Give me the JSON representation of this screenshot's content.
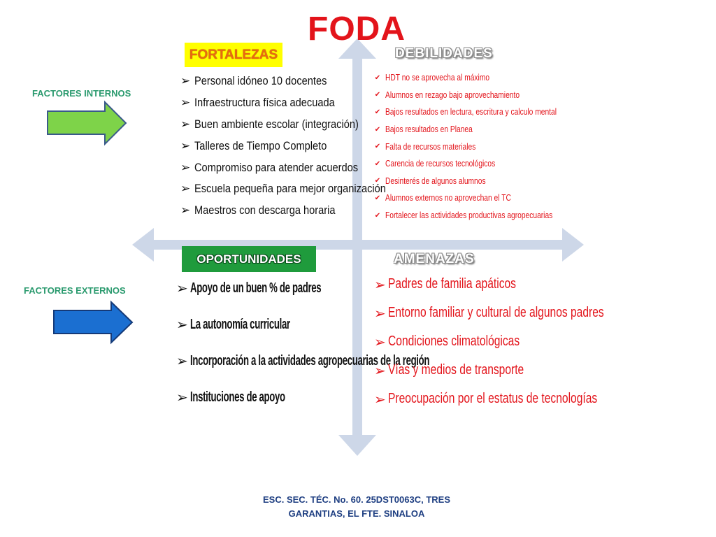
{
  "title": "FODA",
  "side_labels": {
    "internal": "FACTORES INTERNOS",
    "external": "FACTORES EXTERNOS"
  },
  "quadrants": {
    "fortalezas": {
      "label": "FORTALEZAS",
      "items": [
        "Personal idóneo 10 docentes",
        "Infraestructura física adecuada",
        "Buen ambiente escolar (integración)",
        "Talleres de Tiempo Completo",
        "Compromiso para atender acuerdos",
        "Escuela pequeña para mejor organización",
        "Maestros con descarga horaria"
      ]
    },
    "debilidades": {
      "label": "DEBILIDADES",
      "items": [
        "HDT no se aprovecha al máximo",
        "Alumnos en rezago bajo aprovechamiento",
        "Bajos resultados en lectura, escritura y calculo mental",
        "Bajos resultados en Planea",
        "Falta de recursos materiales",
        "Carencia de recursos tecnológicos",
        "Desinterés de algunos alumnos",
        "Alumnos externos no aprovechan el TC",
        "Fortalecer las actividades productivas agropecuarias"
      ]
    },
    "oportunidades": {
      "label": "OPORTUNIDADES",
      "items": [
        "Apoyo de un buen % de padres",
        "La autonomía curricular",
        "Incorporación a la actividades agropecuarias de la región",
        "Instituciones de apoyo"
      ]
    },
    "amenazas": {
      "label": "AMENAZAS",
      "items": [
        "Padres de familia apáticos",
        "Entorno familiar y cultural  de algunos padres",
        "Condiciones climatológicas",
        "Vías y medios de transporte",
        "Preocupación por el estatus de tecnologías"
      ]
    }
  },
  "footer": {
    "line1": "ESC. SEC. TÉC. No. 60. 25DST0063C, TRES",
    "line2": "GARANTIAS, EL FTE. SINALOA"
  },
  "colors": {
    "title": "#e3141b",
    "axis": "#cdd7e8",
    "arrow_internal": "#7ed349",
    "arrow_external": "#1b6fd1",
    "side_label": "#2a9a6e",
    "fortalezas_bg": "#ffff00",
    "oportunidades_bg": "#1f9b3c"
  }
}
